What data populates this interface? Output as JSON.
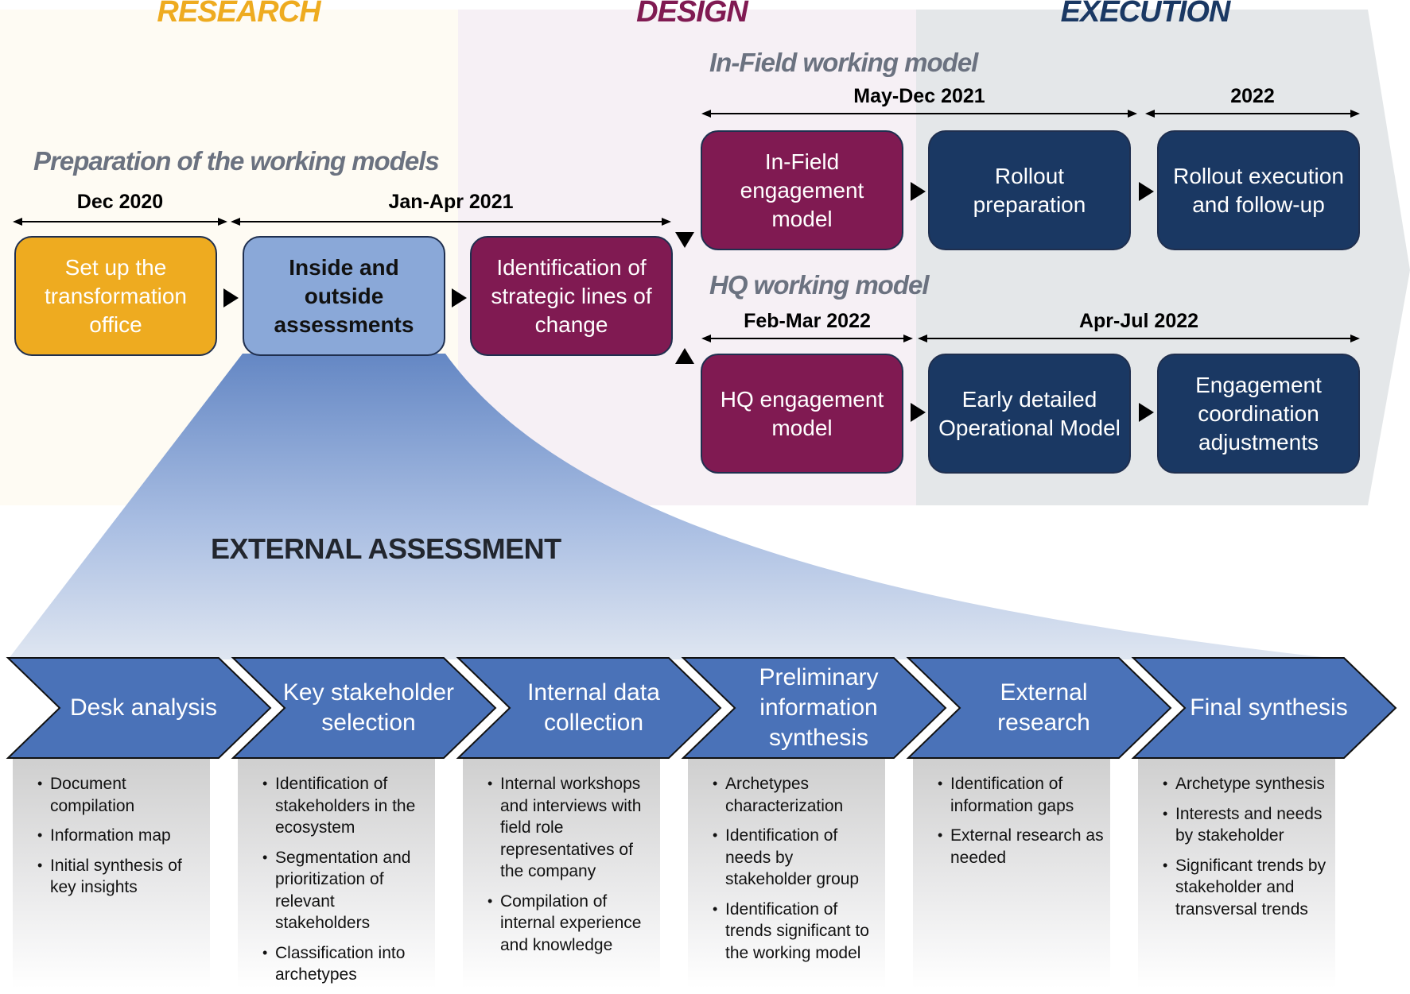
{
  "colors": {
    "research": "#eeab20",
    "design": "#801a52",
    "execution": "#1a3863",
    "assessment_box": "#8aa8d8",
    "chevron": "#4a72b8",
    "section_title": "#6b7280"
  },
  "phases": {
    "research": "RESEARCH",
    "design": "DESIGN",
    "execution": "EXECUTION"
  },
  "preparation": {
    "title": "Preparation of the working models",
    "dates": [
      "Dec 2020",
      "Jan-Apr 2021"
    ],
    "boxes": [
      "Set up the transformation office",
      "Inside and outside assessments",
      "Identification of strategic lines of change"
    ]
  },
  "infield": {
    "title": "In-Field working model",
    "dates": [
      "May-Dec 2021",
      "2022"
    ],
    "boxes": [
      "In-Field engagement model",
      "Rollout preparation",
      "Rollout execution and follow-up"
    ]
  },
  "hq": {
    "title": "HQ working model",
    "dates": [
      "Feb-Mar 2022",
      "Apr-Jul 2022"
    ],
    "boxes": [
      "HQ engagement model",
      "Early detailed Operational Model",
      "Engagement coordination adjustments"
    ]
  },
  "external_assessment": {
    "title": "EXTERNAL ASSESSMENT",
    "steps": [
      {
        "label": "Desk analysis",
        "items": [
          "Document compilation",
          "Information map",
          "Initial synthesis of key insights"
        ]
      },
      {
        "label": "Key stakeholder selection",
        "items": [
          "Identification of stakeholders in the ecosystem",
          "Segmentation and prioritization of relevant stakeholders",
          "Classification into archetypes"
        ]
      },
      {
        "label": "Internal data collection",
        "items": [
          "Internal workshops and interviews with field role representatives of the company",
          "Compilation of internal experience and knowledge"
        ]
      },
      {
        "label": "Preliminary information synthesis",
        "items": [
          "Archetypes characterization",
          "Identification of needs by stakeholder group",
          "Identification of trends significant to the working model"
        ]
      },
      {
        "label": "External research",
        "items": [
          "Identification of information gaps",
          "External research as needed"
        ]
      },
      {
        "label": "Final synthesis",
        "items": [
          "Archetype synthesis",
          "Interests and needs by stakeholder",
          "Significant trends by stakeholder and transversal trends"
        ]
      }
    ]
  }
}
